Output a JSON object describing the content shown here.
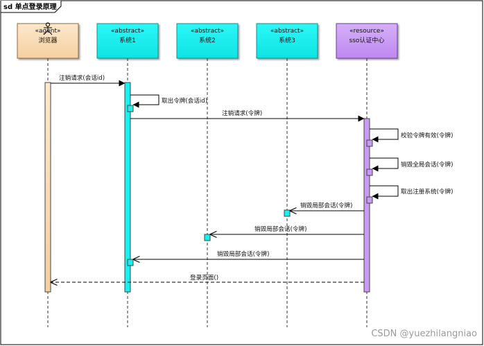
{
  "diagram": {
    "frame_label": "sd 单点登录原理",
    "participants": [
      {
        "id": "browser",
        "stereotype": "«agent»",
        "name": "浏览器",
        "fill": "#F9DCB4",
        "has_actor_mark": true
      },
      {
        "id": "sys1",
        "stereotype": "«abstract»",
        "name": "系统1",
        "fill": "#19F0F0",
        "has_actor_mark": false
      },
      {
        "id": "sys2",
        "stereotype": "«abstract»",
        "name": "系统2",
        "fill": "#19F0F0",
        "has_actor_mark": false
      },
      {
        "id": "sys3",
        "stereotype": "«abstract»",
        "name": "系统3",
        "fill": "#19F0F0",
        "has_actor_mark": false
      },
      {
        "id": "sso",
        "stereotype": "«resource»",
        "name": "sso认证中心",
        "fill": "#C99BF4",
        "has_actor_mark": false
      }
    ],
    "messages": [
      {
        "label": "注销请求(会话id)"
      },
      {
        "label": "取出令牌(会话id)"
      },
      {
        "label": "注销请求(令牌)"
      },
      {
        "label": "校验令牌有效(令牌)"
      },
      {
        "label": "销毁全局会话(令牌)"
      },
      {
        "label": "取出注册系统(令牌)"
      },
      {
        "label": "销毁局部会话(令牌)"
      },
      {
        "label": "销毁局部会话(令牌)"
      },
      {
        "label": "销毁局部会话(令牌)"
      },
      {
        "label": "登录页面()"
      }
    ]
  },
  "watermark": "CSDN @yuezhilangniao",
  "colors": {
    "frame": "#000000",
    "lifeline": "#333333",
    "browser_fill": "#F9DCB4",
    "system_fill": "#19F0F0",
    "sso_fill": "#C99BF4"
  }
}
